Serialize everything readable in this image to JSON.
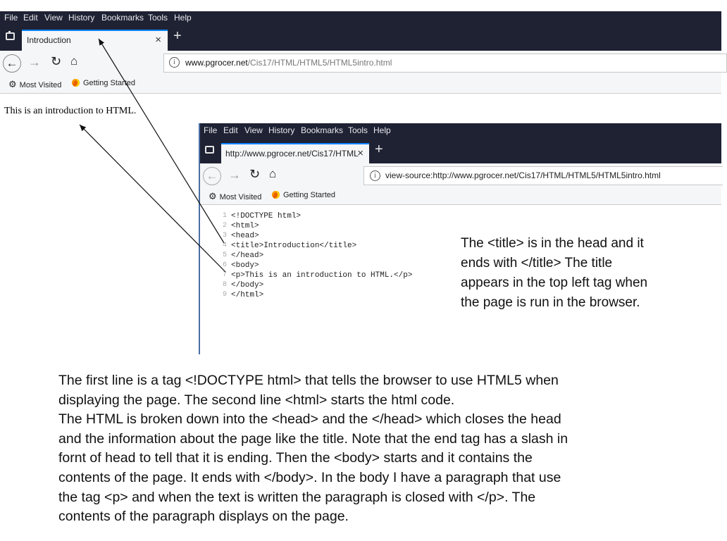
{
  "browser_main": {
    "menu": [
      "File",
      "Edit",
      "View",
      "History",
      "Bookmarks",
      "Tools",
      "Help"
    ],
    "tab_title": "Introduction",
    "tab_close": "×",
    "new_tab": "+",
    "url_domain": "www.pgrocer.net",
    "url_path": "/Cis17/HTML/HTML5/HTML5intro.html",
    "bookmarks": [
      "Most Visited",
      "Getting Started"
    ],
    "page_text": "This is an introduction to HTML."
  },
  "browser_source": {
    "menu": [
      "File",
      "Edit",
      "View",
      "History",
      "Bookmarks",
      "Tools",
      "Help"
    ],
    "tab_title": "http://www.pgrocer.net/Cis17/HTML",
    "tab_close": "×",
    "new_tab": "+",
    "url": "view-source:http://www.pgrocer.net/Cis17/HTML/HTML5/HTML5intro.html",
    "bookmarks": [
      "Most Visited",
      "Getting Started"
    ],
    "source_lines": [
      {
        "num": "1",
        "code": "<!DOCTYPE html>"
      },
      {
        "num": "2",
        "code": "<html>"
      },
      {
        "num": "3",
        "code": "<head>"
      },
      {
        "num": "4",
        "code": "<title>Introduction</title>"
      },
      {
        "num": "5",
        "code": "</head>"
      },
      {
        "num": "6",
        "code": "<body>"
      },
      {
        "num": "7",
        "code": "<p>This is an introduction to HTML.</p>"
      },
      {
        "num": "8",
        "code": "</body>"
      },
      {
        "num": "9",
        "code": "</html>"
      }
    ]
  },
  "callout_lines": [
    "The <title> is in the head and it",
    "ends with </title>  The title",
    "appears in the top left tag when",
    "the page is run in the browser."
  ],
  "explanation_lines": [
    "The first line is a tag <!DOCTYPE html> that tells the browser to use HTML5 when",
    "displaying the page.  The second line <html> starts the html code.",
    "The HTML is broken down into the <head> and the </head> which closes the head",
    "and the information about the page like the title.  Note that the end tag has a slash in",
    "fornt of head to tell that it is ending.  Then the <body> starts and it contains the",
    "contents of the page.  It ends with </body>.  In the body I have a paragraph that use",
    "the tag <p> and when the text is written the paragraph is closed with </p>. The",
    "contents of the paragraph displays on the page."
  ],
  "icons": {
    "back": "back-arrow-icon",
    "forward": "forward-arrow-icon",
    "reload": "reload-icon",
    "home": "home-icon",
    "info": "info-icon",
    "bookmark_gear": "gear-icon",
    "bookmark_firefox": "firefox-icon",
    "tab_window": "window-icon"
  },
  "colors": {
    "titlebar": "#1f2233",
    "tab_accent": "#0a84ff",
    "toolbar": "#f5f6f7"
  }
}
